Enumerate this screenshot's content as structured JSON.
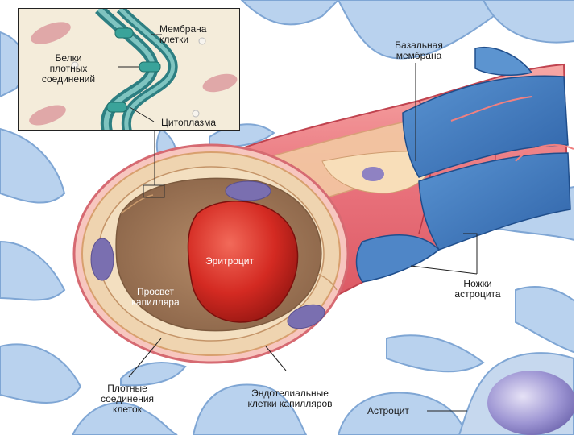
{
  "labels": {
    "membrane": [
      "Мембрана",
      "клетки"
    ],
    "tight_proteins": [
      "Белки",
      "плотных",
      "соединений"
    ],
    "cytoplasm": "Цитоплазма",
    "basal_membrane": [
      "Базальная",
      "мембрана"
    ],
    "erythrocyte": "Эритроцит",
    "lumen": [
      "Просвет",
      "капилляра"
    ],
    "astrocyte_feet": [
      "Ножки",
      "астроцита"
    ],
    "tight_junctions": [
      "Плотные",
      "соединения",
      "клеток"
    ],
    "endothelial": [
      "Эндотелиальные",
      "клетки капилляров"
    ],
    "astrocyte": "Астроцит"
  },
  "colors": {
    "astro_blue": "#4d86c4",
    "astro_light": "#aac8ea",
    "basal_pink": "#e45f6a",
    "endo_tan": "#f1d8b2",
    "lumen_brown": "#9c7557",
    "erythrocyte_red": "#d42a22",
    "nucleus_purple": "#7a6fb0",
    "inset_bg": "#f4ecda",
    "membrane_teal": "#2d7f82"
  }
}
